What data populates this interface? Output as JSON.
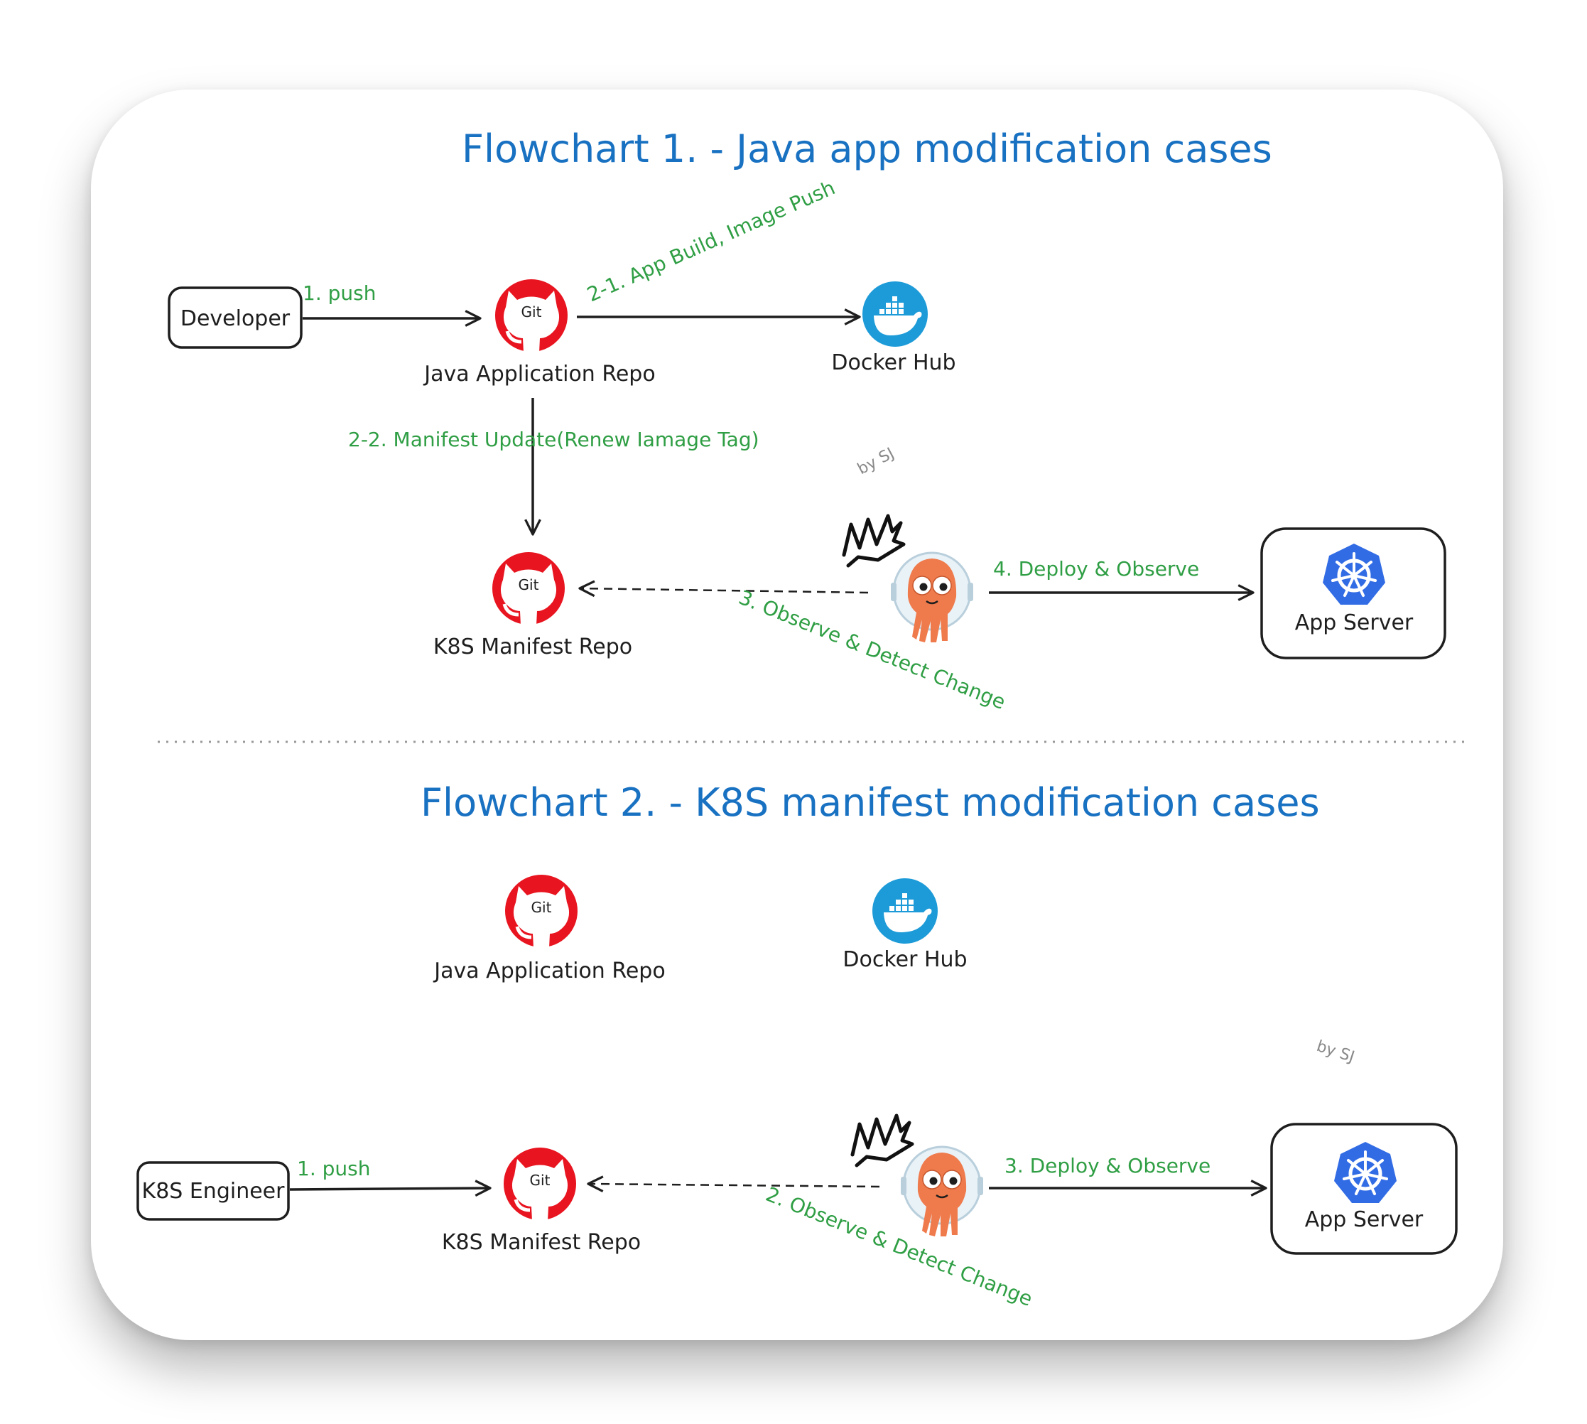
{
  "colors": {
    "title": "#1971c2",
    "step_label": "#2f9e44",
    "git": "#e8141f",
    "docker": "#1d9bd8",
    "kubernetes": "#326ce5",
    "argo": "#ef7b4d",
    "stroke": "#1e1e1e"
  },
  "flowchart1": {
    "title": "Flowchart 1. - Java app modification cases",
    "developer": "Developer",
    "git_icon_text": "Git",
    "java_repo": "Java Application Repo",
    "docker_hub": "Docker Hub",
    "manifest_repo": "K8S Manifest Repo",
    "app_server": "App Server",
    "step_push": "1. push",
    "step_build": "2-1. App Build, Image Push",
    "step_manifest": "2-2. Manifest Update(Renew Iamage Tag)",
    "step_observe": "3. Observe & Detect Change",
    "step_deploy": "4. Deploy & Observe",
    "signature": "by SJ"
  },
  "flowchart2": {
    "title": "Flowchart 2. -  K8S manifest modification cases",
    "engineer": "K8S Engineer",
    "git_icon_text": "Git",
    "java_repo": "Java Application Repo",
    "docker_hub": "Docker Hub",
    "manifest_repo": "K8S Manifest Repo",
    "app_server": "App Server",
    "step_push": "1. push",
    "step_observe": "2. Observe & Detect Change",
    "step_deploy": "3. Deploy & Observe",
    "signature": "by SJ"
  },
  "icons": [
    "git-icon",
    "docker-icon",
    "kubernetes-icon",
    "argo-octopus-icon",
    "scribble-icon"
  ]
}
